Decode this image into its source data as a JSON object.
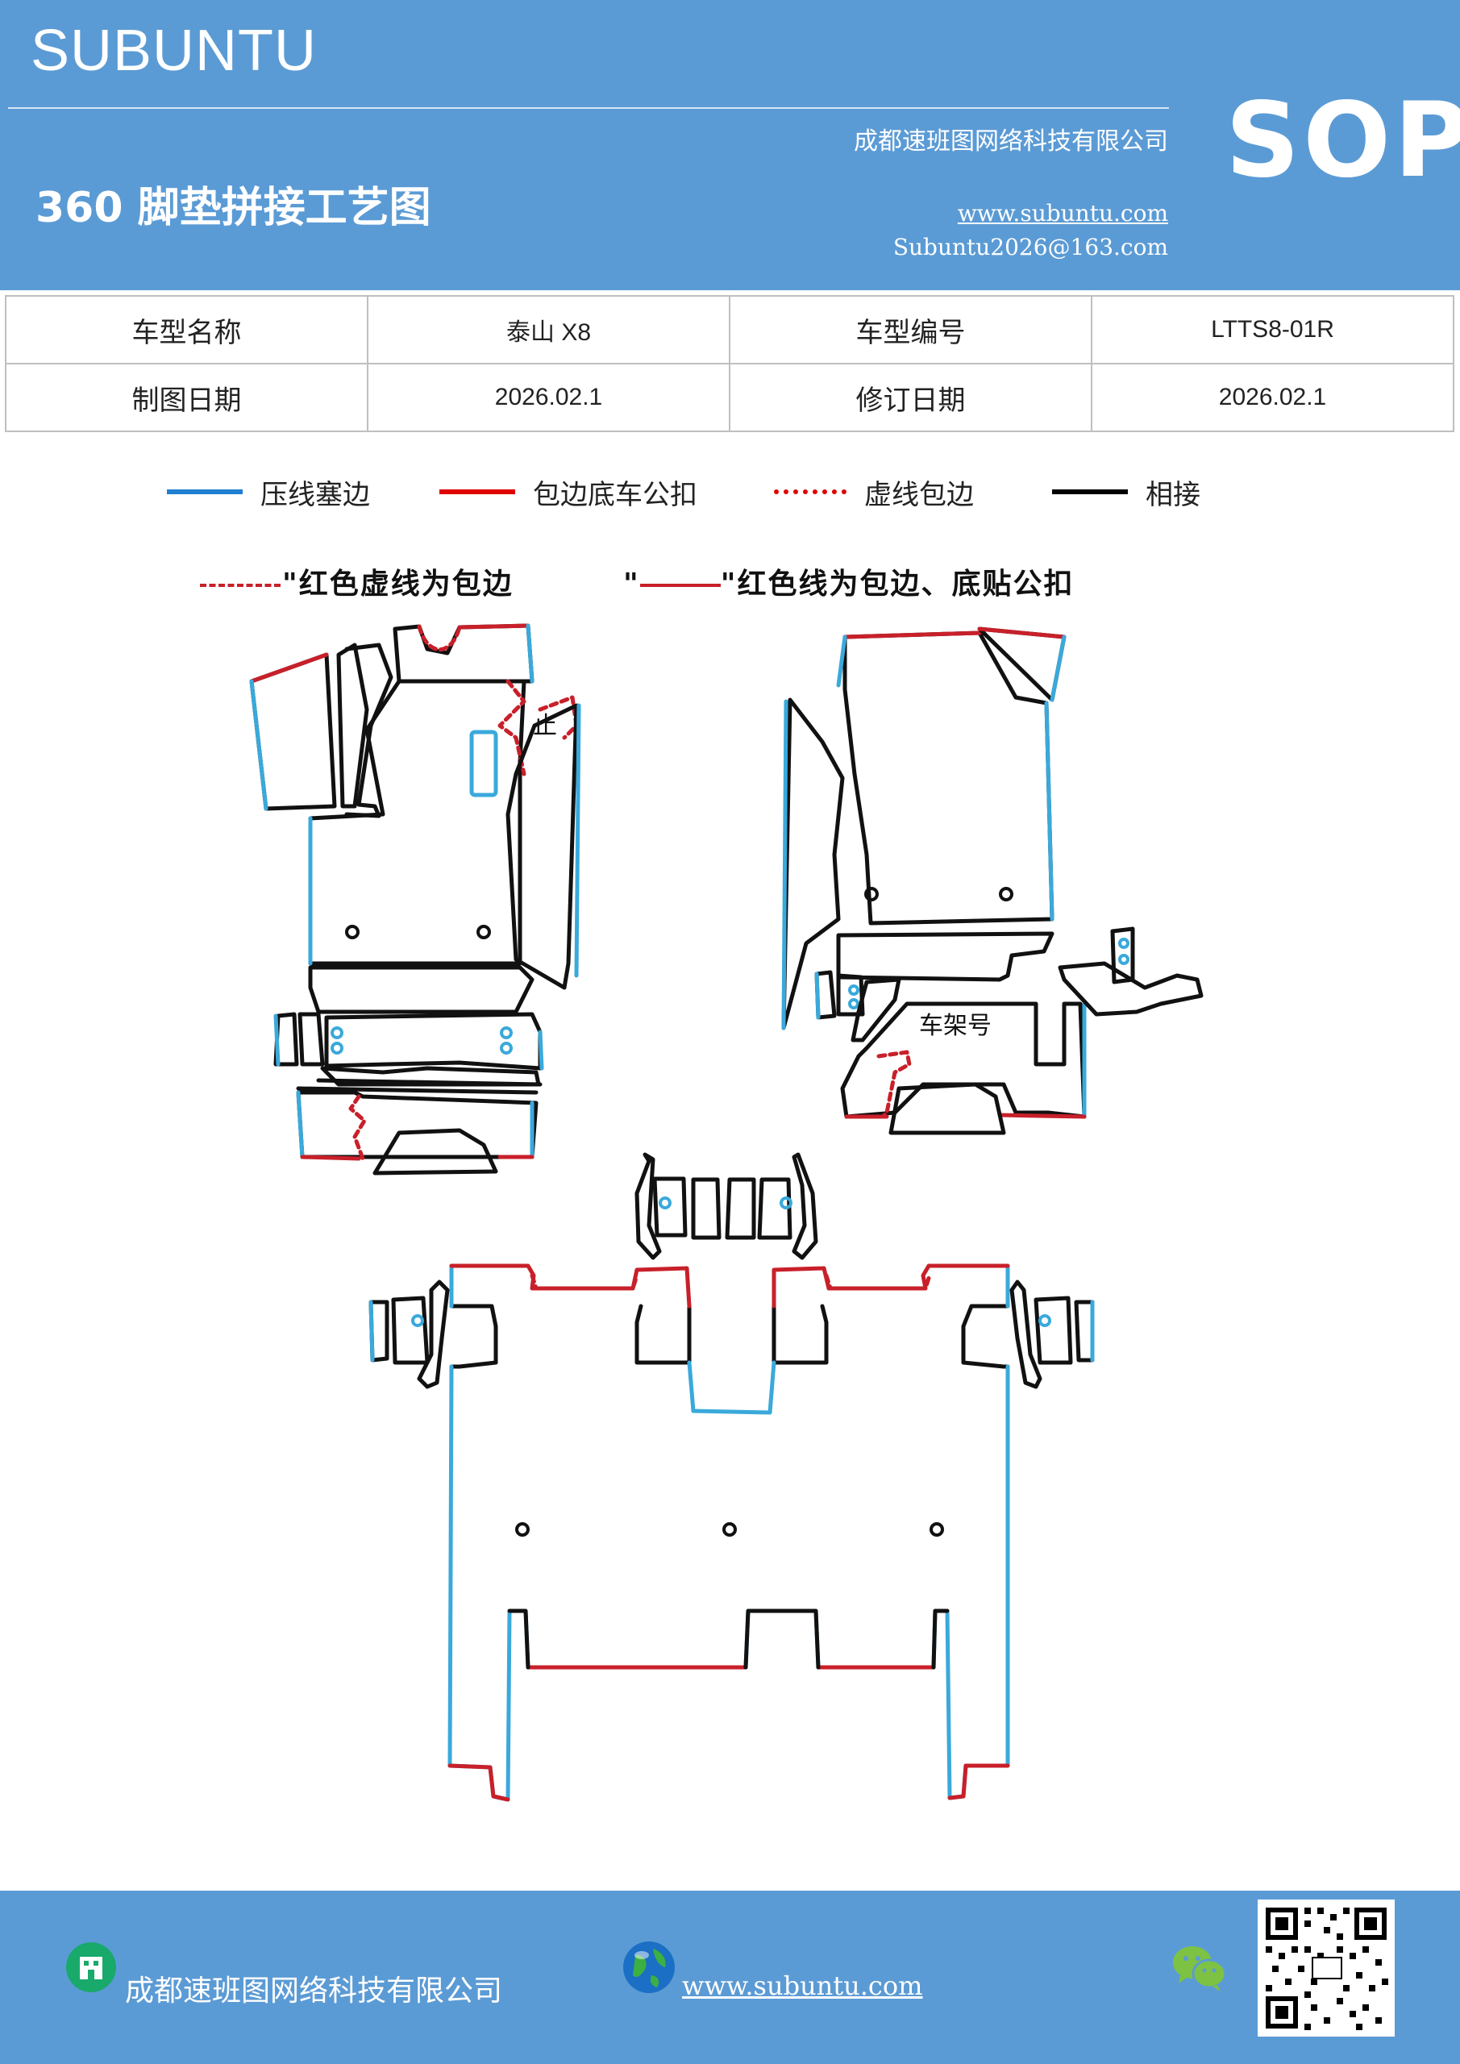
{
  "header": {
    "brand": "SUBUNTU",
    "company": "成都速班图网络科技有限公司",
    "title": "360 脚垫拼接工艺图",
    "website": "www.subuntu.com",
    "email": "Subuntu2026@163.com",
    "badge": "SOP",
    "colors": {
      "background": "#5b9bd5",
      "text": "#ffffff"
    }
  },
  "info_table": {
    "rows": [
      {
        "label1": "车型名称",
        "value1": "泰山 X8",
        "label2": "车型编号",
        "value2": "LTTS8-01R"
      },
      {
        "label1": "制图日期",
        "value1": "2026.02.1",
        "label2": "修订日期",
        "value2": "2026.02.1"
      }
    ]
  },
  "legend": [
    {
      "label": "压线塞边",
      "color": "#1f7fd0",
      "style": "solid"
    },
    {
      "label": "包边底车公扣",
      "color": "#e00000",
      "style": "solid"
    },
    {
      "label": "虚线包边",
      "color": "#e00000",
      "style": "dotted"
    },
    {
      "label": "相接",
      "color": "#000000",
      "style": "solid"
    }
  ],
  "notes": {
    "dashed": "\"红色虚线为包边",
    "solid": "\"红色线为包边、底贴公扣",
    "solid_prefix": "\""
  },
  "drawing": {
    "stop_label": "止",
    "frame_label": "车架号",
    "colors": {
      "blue": "#3aa9db",
      "red": "#c8202a",
      "black": "#111111"
    }
  },
  "footer": {
    "company": "成都速班图网络科技有限公司",
    "website": "www.subuntu.com",
    "icons": [
      "building-icon",
      "globe-icon",
      "wechat-icon",
      "qr-code"
    ]
  }
}
